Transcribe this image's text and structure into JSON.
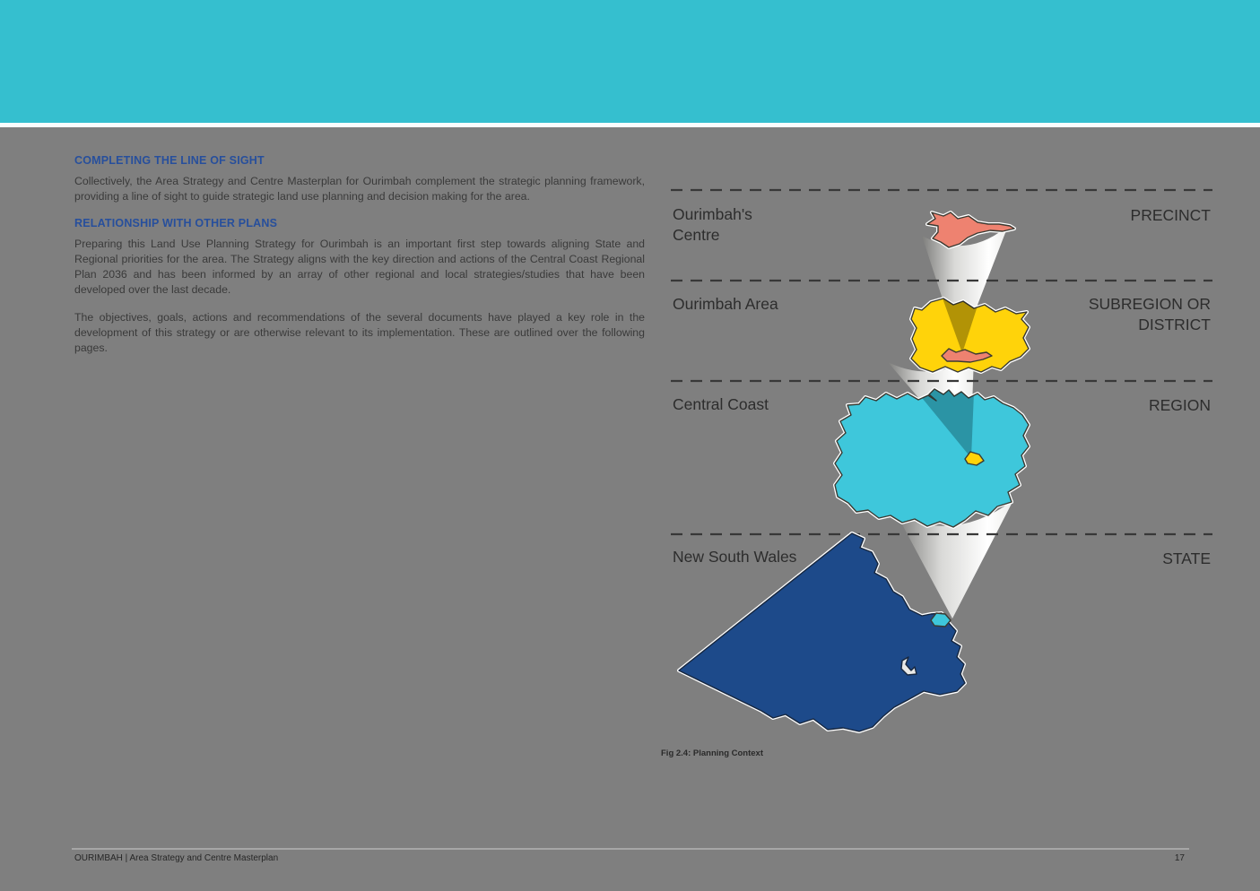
{
  "page": {
    "background_color": "#7f7f7f",
    "header_band_color": "#35bfcf",
    "footer_left": "OURIMBAH | Area Strategy and Centre Masterplan",
    "footer_page_number": "17"
  },
  "article": {
    "sections": [
      {
        "heading": "COMPLETING THE LINE OF SIGHT",
        "paragraphs": [
          "Collectively, the Area Strategy and Centre Masterplan for Ourimbah complement the strategic planning framework, providing a line of sight to guide strategic land use planning and decision making for the area."
        ]
      },
      {
        "heading": "RELATIONSHIP WITH OTHER PLANS",
        "paragraphs": [
          "Preparing this Land Use Planning Strategy for Ourimbah is an important first step towards aligning State and Regional priorities for the area. The Strategy aligns with the key direction and actions of the Central Coast Regional Plan 2036 and has been informed by an array of other regional and local strategies/studies that have been developed over the last decade.",
          "The objectives, goals, actions and recommendations of the several documents have played a key role in the development of this strategy or are otherwise relevant to its implementation. These are outlined over the following pages."
        ]
      }
    ]
  },
  "diagram": {
    "caption": "Fig 2.4: Planning Context",
    "heading_color": "#274f9c",
    "levels": [
      {
        "area": "Ourimbah's\nCentre",
        "scale": "PRECINCT",
        "map_color": "#ee8270"
      },
      {
        "area": "Ourimbah Area",
        "scale": "SUBREGION OR\nDISTRICT",
        "map_color": "#ffd30a"
      },
      {
        "area": "Central Coast",
        "scale": "REGION",
        "map_color": "#3ec7db"
      },
      {
        "area": "New South Wales",
        "scale": "STATE",
        "map_color": "#1d4a8a"
      }
    ]
  }
}
